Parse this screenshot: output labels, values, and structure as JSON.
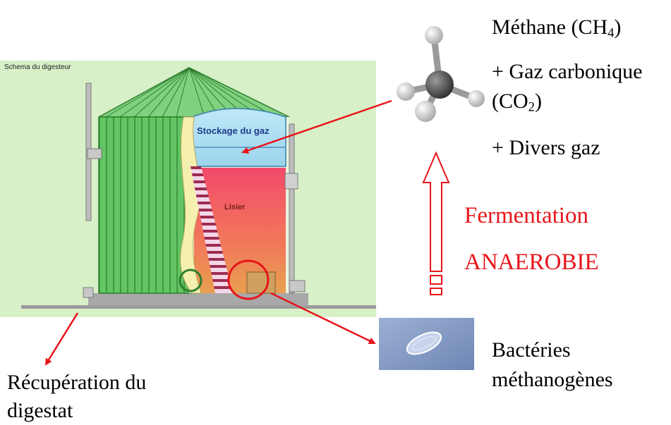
{
  "digester": {
    "schema_title": "Schema du digesteur",
    "gas_label": "Stockage du gaz",
    "slurry_label": "Lisier"
  },
  "gases": {
    "methane_name": "Méthane (CH",
    "methane_sub": "4",
    "methane_close": ")",
    "co2_prefix": "+ Gaz carbonique",
    "co2_open": "(CO",
    "co2_sub": "2",
    "co2_close": ")",
    "divers": "+ Divers gaz"
  },
  "process": {
    "fermentation": "Fermentation",
    "anaerobie": "ANAEROBIE"
  },
  "bacteria": {
    "line1": "Bactéries",
    "line2": "méthanogènes"
  },
  "digestate": {
    "line1": "Récupération du",
    "line2": "digestat"
  },
  "colors": {
    "arrow_red": "#e8141a",
    "panel_bg": "#d8f0c8",
    "tank_green": "#5cbf5c",
    "gas_blue": "#a8def0",
    "slurry_red": "#f05a6a"
  }
}
